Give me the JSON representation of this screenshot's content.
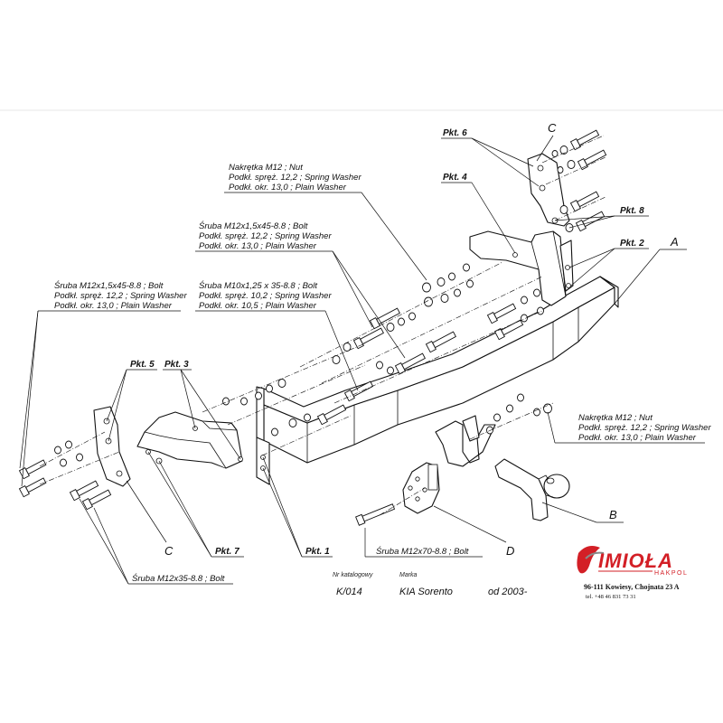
{
  "callouts": {
    "nut_top": [
      "Nakrętka  M12 ; Nut",
      "Podkł. spręż. 12,2 ; Spring Washer",
      "Podkł. okr. 13,0 ; Plain Washer"
    ],
    "bolt_mid1": [
      "Śruba M12x1,5x45-8.8 ;  Bolt",
      "Podkł. spręż. 12,2 ; Spring Washer",
      "Podkł. okr. 13,0 ; Plain Washer"
    ],
    "bolt_mid2": [
      "Śruba M10x1,25 x 35-8.8 ; Bolt",
      "Podkł. spręż. 10,2 ; Spring Washer",
      "Podkł. okr. 10,5 ; Plain Washer"
    ],
    "bolt_left": [
      "Śruba M12x1,5x45-8.8 ;  Bolt",
      "Podkł. spręż. 12,2 ; Spring Washer",
      "Podkł. okr. 13,0 ; Plain Washer"
    ],
    "nut_right": [
      "Nakrętka  M12 ; Nut",
      "Podkł. spręż. 12,2 ; Spring Washer",
      "Podkł. okr. 13,0 ; Plain Washer"
    ],
    "bolt_c": "Śruba M12x35-8.8 ;  Bolt",
    "bolt_d": "Śruba M12x70-8.8 ;  Bolt"
  },
  "points": {
    "pkt1": "Pkt. 1",
    "pkt2": "Pkt. 2",
    "pkt3": "Pkt. 3",
    "pkt4": "Pkt. 4",
    "pkt5": "Pkt. 5",
    "pkt6": "Pkt. 6",
    "pkt7": "Pkt. 7",
    "pkt8": "Pkt. 8"
  },
  "letters": {
    "a": "A",
    "b": "B",
    "c_top": "C",
    "c_bottom": "C",
    "d": "D"
  },
  "footer": {
    "catalog_label": "Nr katalogowy",
    "catalog_value": "K/014",
    "brand_label": "Marka",
    "brand_value": "KIA Sorento",
    "date_value": "od 2003-"
  },
  "company": {
    "name": "IMIOŁA",
    "sub": "HAKPOL",
    "address": "96-111 Kowiesy, Chojnata 23 A",
    "tel": "tel. +48 46 831 73 31"
  },
  "colors": {
    "brand": "#d31f26",
    "line": "#111111"
  }
}
